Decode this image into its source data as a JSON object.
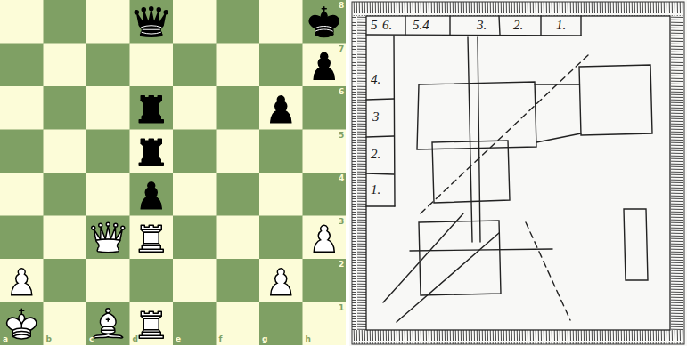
{
  "diagram": {
    "labels": [
      "a",
      "b",
      "c",
      "d",
      "e",
      "f",
      "g",
      "h",
      "8",
      "7",
      "6",
      "5",
      "4",
      "3",
      "2",
      "1",
      "5",
      "6.",
      "5.4",
      "3.",
      "2.",
      "1.",
      "4.",
      "3",
      "2.",
      "1."
    ]
  }
}
